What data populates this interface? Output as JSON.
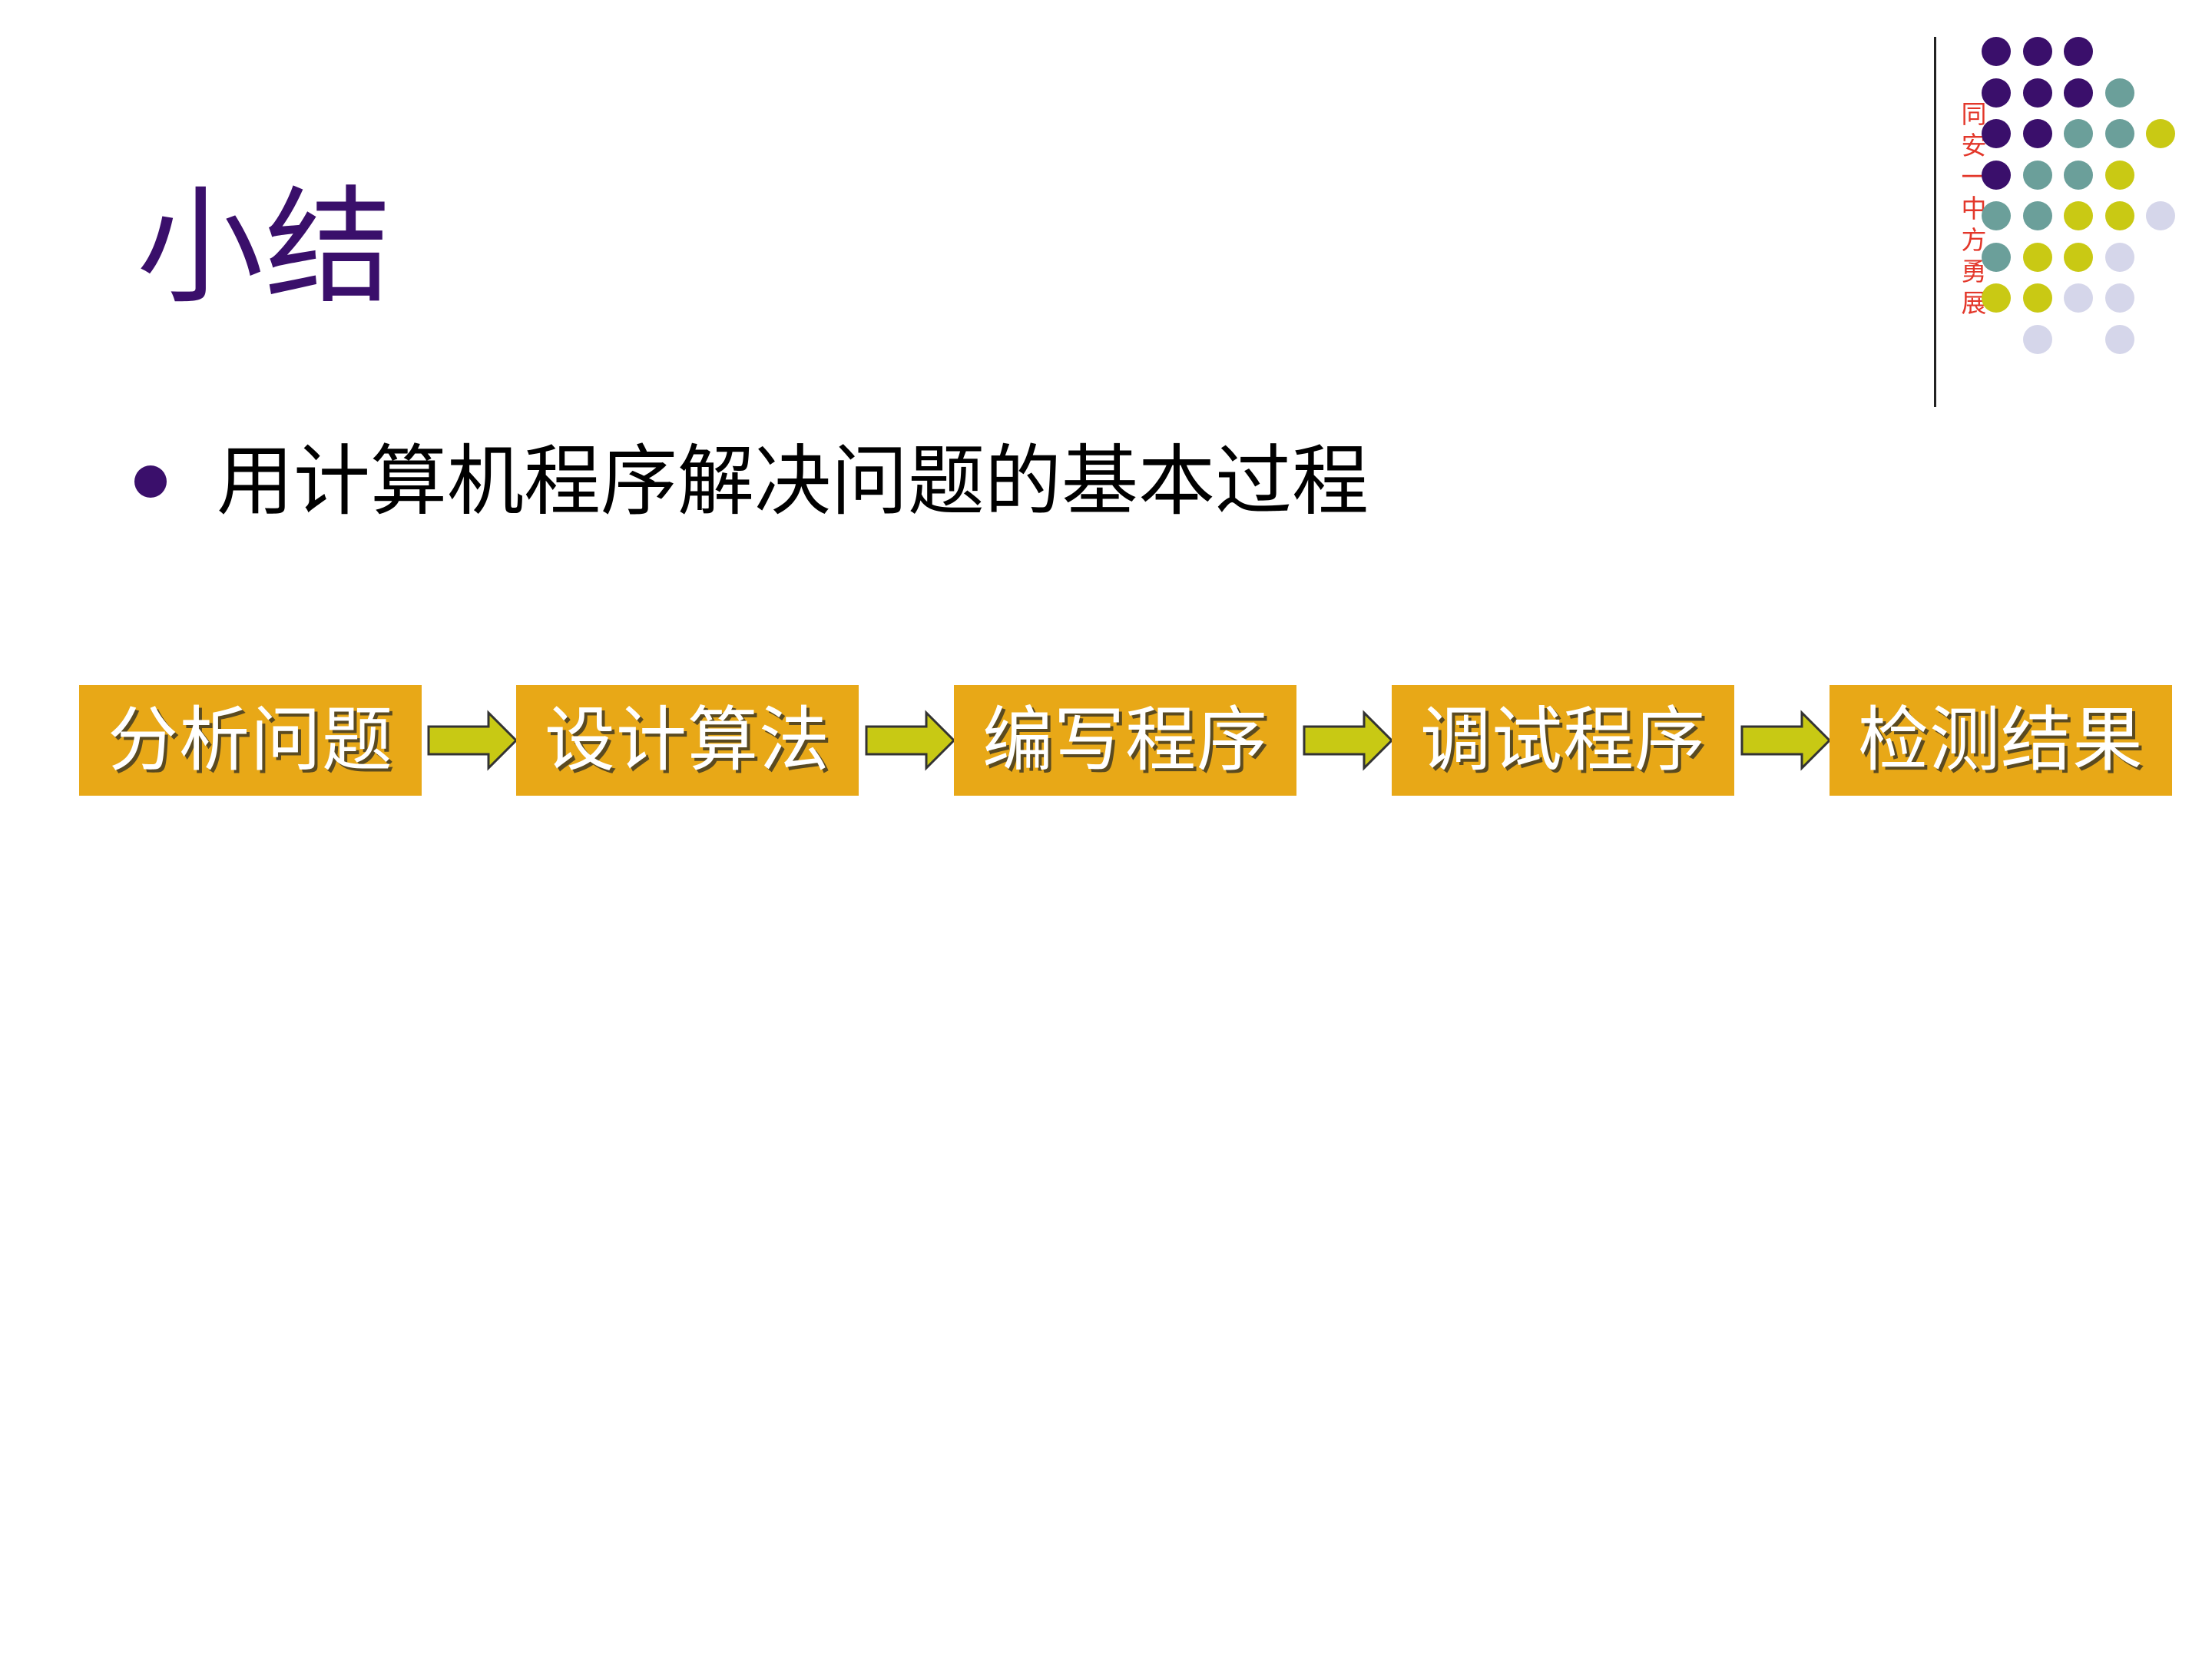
{
  "slide": {
    "title": "小结",
    "bullet": "用计算机程序解决问题的基本过程",
    "side_caption": [
      "同",
      "安",
      "一",
      "中",
      "方",
      "勇",
      "展"
    ]
  },
  "flow": {
    "steps": [
      "分析问题",
      "设计算法",
      "编写程序",
      "调试程序",
      "检测结果"
    ]
  },
  "colors": {
    "title": "#3a0f6b",
    "box_fill": "#e8a817",
    "box_text": "#ffffff",
    "arrow_fill": "#c8c914",
    "caption": "#e3372a",
    "dot_purple": "#3a0f6b",
    "dot_teal": "#6b9f9a",
    "dot_yellow": "#c9c914",
    "dot_lavender": "#d5d6ea"
  },
  "decoration": {
    "dot_grid": [
      [
        "purple",
        "purple",
        "purple",
        null,
        null
      ],
      [
        "purple",
        "purple",
        "purple",
        "teal",
        null
      ],
      [
        "purple",
        "purple",
        "teal",
        "teal",
        "yellow"
      ],
      [
        "purple",
        "teal",
        "teal",
        "yellow",
        null
      ],
      [
        "teal",
        "teal",
        "yellow",
        "yellow",
        "lavender"
      ],
      [
        "teal",
        "yellow",
        "yellow",
        "lavender",
        null
      ],
      [
        "yellow",
        "yellow",
        "lavender",
        "lavender",
        null
      ],
      [
        null,
        "lavender",
        null,
        "lavender",
        null
      ]
    ]
  }
}
